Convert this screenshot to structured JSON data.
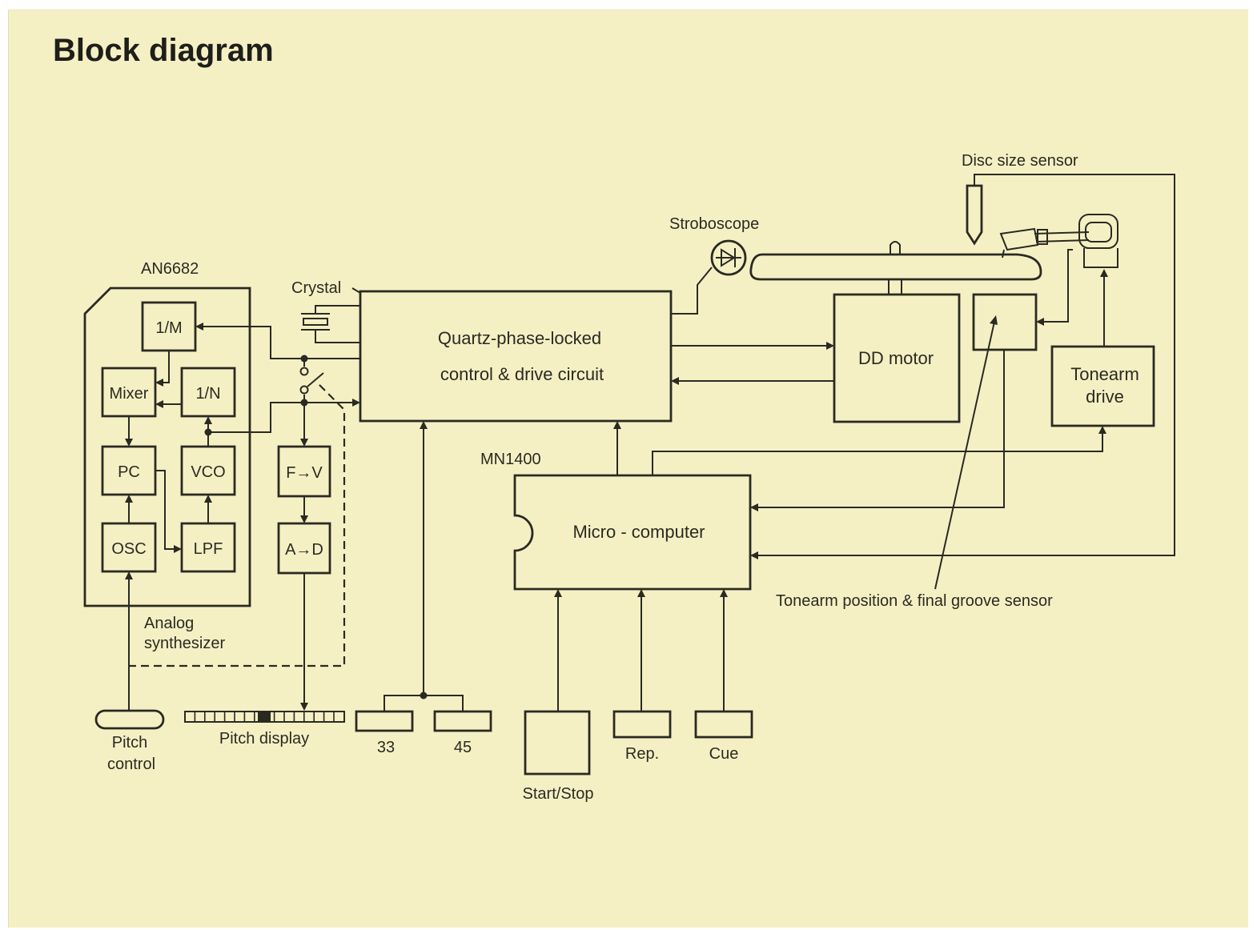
{
  "title": "Block diagram",
  "chip_labels": {
    "synth_ic": "AN6682",
    "micro_ic": "MN1400"
  },
  "synth_blocks": {
    "div_m": "1/M",
    "mixer": "Mixer",
    "div_n": "1/N",
    "pc": "PC",
    "vco": "VCO",
    "osc": "OSC",
    "lpf": "LPF"
  },
  "display_blocks": {
    "fv": "F→V",
    "ad": "A→D"
  },
  "blocks": {
    "control_line1": "Quartz-phase-locked",
    "control_line2": "control & drive circuit",
    "micro": "Micro - computer",
    "motor": "DD motor",
    "tonearm_drive_line1": "Tonearm",
    "tonearm_drive_line2": "drive"
  },
  "labels": {
    "crystal": "Crystal",
    "stroboscope": "Stroboscope",
    "disc_sensor": "Disc size sensor",
    "tonearm_sensor": "Tonearm position & final groove sensor",
    "analog_line1": "Analog",
    "analog_line2": "synthesizer",
    "pitch_control_line1": "Pitch",
    "pitch_control_line2": "control",
    "pitch_display": "Pitch display",
    "speed_33": "33",
    "speed_45": "45",
    "start_stop": "Start/Stop",
    "repeat": "Rep.",
    "cue": "Cue"
  }
}
